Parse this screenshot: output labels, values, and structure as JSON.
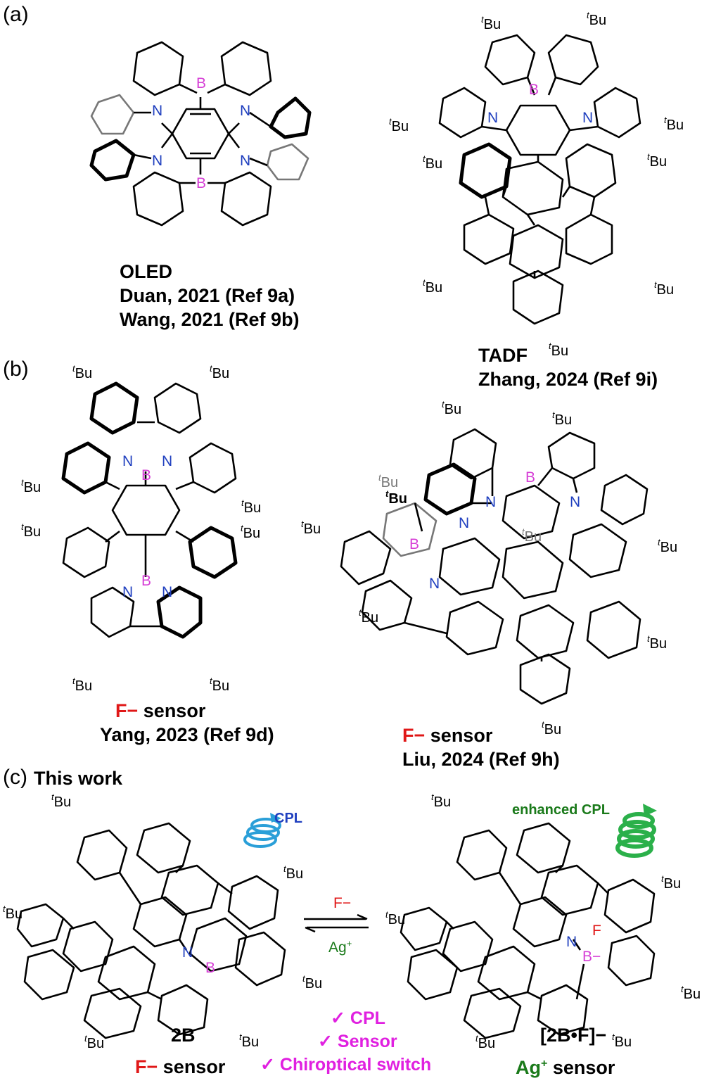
{
  "panels": {
    "a": "(a)",
    "b": "(b)",
    "c": "(c)",
    "c_title": "This work"
  },
  "atoms": {
    "B": "B",
    "N": "N",
    "F": "F",
    "Bminus": "B−"
  },
  "substituent": {
    "t": "t",
    "Bu": "Bu"
  },
  "captions": {
    "oled": [
      "OLED",
      "Duan, 2021 (Ref 9a)",
      "Wang, 2021 (Ref 9b)"
    ],
    "tadf": [
      "TADF",
      "Zhang, 2024 (Ref 9i)"
    ],
    "yang": {
      "ion": "F−",
      "label": "sensor",
      "ref": "Yang, 2023 (Ref 9d)"
    },
    "liu": {
      "ion": "F−",
      "label": "sensor",
      "ref": "Liu, 2024 (Ref 9h)"
    },
    "compound_2b": {
      "name": "2B",
      "ion": "F−",
      "label": "sensor"
    },
    "compound_2bf": {
      "name": "[2B•F]−",
      "ion": "Ag+",
      "ion_base": "Ag",
      "ion_sup": "+",
      "label": "sensor"
    }
  },
  "equilibrium": {
    "forward": "F−",
    "reverse_base": "Ag",
    "reverse_sup": "+"
  },
  "cpl": {
    "left": "CPL",
    "right": "enhanced CPL"
  },
  "checklist": [
    "✓ CPL",
    "✓ Sensor",
    "✓ Chiroptical switch"
  ],
  "colors": {
    "boron": "#d63fd6",
    "nitrogen": "#1f3fbf",
    "fluoride": "#e01818",
    "silver": "#1a7a1a",
    "check": "#e020e0",
    "cpl_blue": "#2a9fd8",
    "cpl_green": "#2bb04a"
  }
}
